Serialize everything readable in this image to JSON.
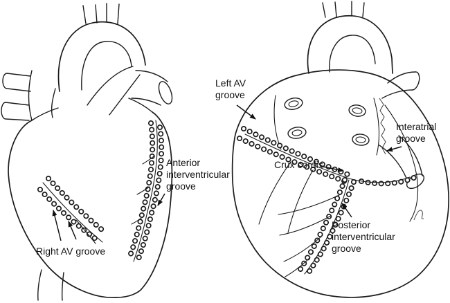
{
  "figure": {
    "background": "#ffffff",
    "ink": "#1b1b1b",
    "text_color": "#111111"
  },
  "labels": {
    "anterior_interventricular_groove": [
      "Anterior",
      "interventricular",
      "groove"
    ],
    "right_av_groove": [
      "Right AV groove"
    ],
    "left_av_groove": [
      "Left AV",
      "groove"
    ],
    "interatrial_groove": [
      "Interatrial",
      "groove"
    ],
    "crux_cordis": [
      "Crux cordis"
    ],
    "posterior_interventricular_groove": [
      "Posterior",
      "interventricular",
      "groove"
    ]
  }
}
